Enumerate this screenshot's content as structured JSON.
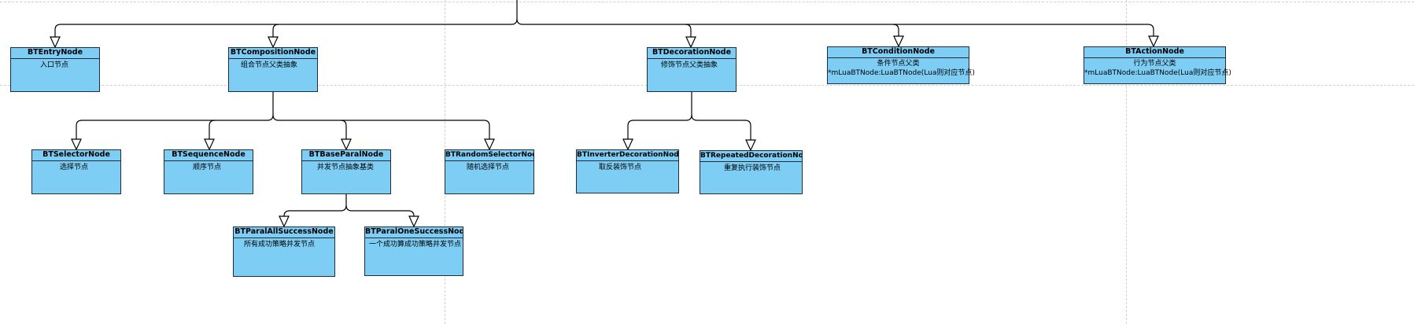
{
  "colors": {
    "node_fill": "#7dcdf4",
    "node_border": "#1f2d3a",
    "edge": "#000000",
    "grid": "#d0d0d0"
  },
  "nodes": {
    "entry": {
      "title": "BTEntryNode",
      "desc": [
        "入口节点"
      ]
    },
    "composition": {
      "title": "BTCompositionNode",
      "desc": [
        "组合节点父类抽象"
      ]
    },
    "decoration": {
      "title": "BTDecorationNode",
      "desc": [
        "修饰节点父类抽象"
      ]
    },
    "condition": {
      "title": "BTConditionNode",
      "desc": [
        "条件节点父类",
        "*mLuaBTNode:LuaBTNode(Lua则对应节点)"
      ]
    },
    "action": {
      "title": "BTActionNode",
      "desc": [
        "行为节点父类",
        "*mLuaBTNode:LuaBTNode(Lua则对应节点)"
      ]
    },
    "selector": {
      "title": "BTSelectorNode",
      "desc": [
        "选择节点"
      ]
    },
    "sequence": {
      "title": "BTSequenceNode",
      "desc": [
        "顺序节点"
      ]
    },
    "baseparal": {
      "title": "BTBaseParalNode",
      "desc": [
        "并发节点抽象基类"
      ]
    },
    "randomsel": {
      "title": "BTRandomSelectorNode",
      "desc": [
        "随机选择节点"
      ]
    },
    "inverter": {
      "title": "BTInverterDecorationNode",
      "desc": [
        "取反装饰节点"
      ]
    },
    "repeated": {
      "title": "BTRepeatedDecorationNode",
      "desc": [
        "重复执行装饰节点"
      ]
    },
    "allsuccess": {
      "title": "BTParalAllSuccessNode",
      "desc": [
        "所有成功策略并发节点"
      ]
    },
    "onesuccess": {
      "title": "BTParalOneSuccessNode",
      "desc": [
        "一个成功算成功策略并发节点"
      ]
    }
  }
}
